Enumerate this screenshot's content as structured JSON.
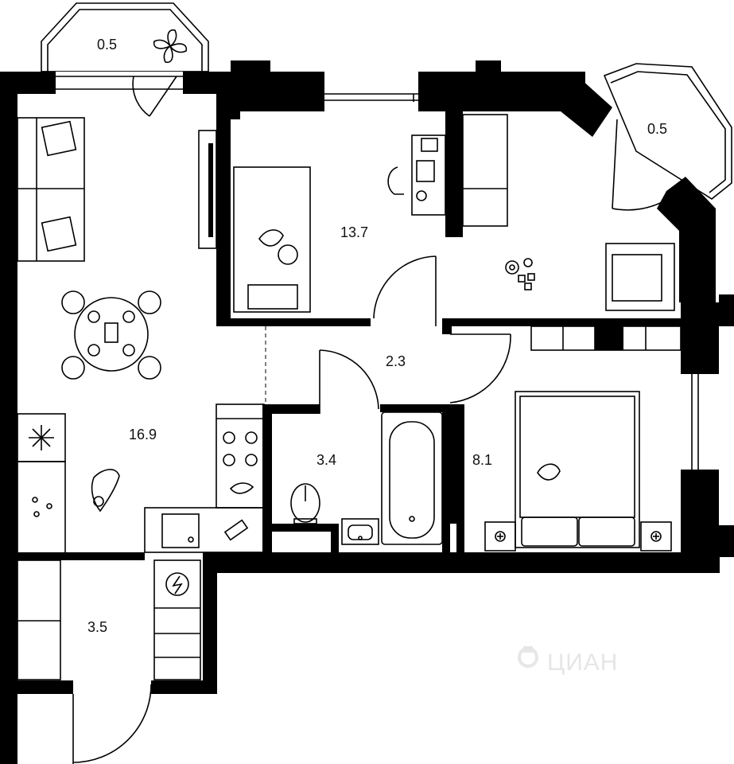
{
  "rooms": {
    "balcony_left": {
      "area": "0.5"
    },
    "balcony_right": {
      "area": "0.5"
    },
    "kitchen_living": {
      "area": "16.9"
    },
    "bedroom_child": {
      "area": "13.7"
    },
    "corridor": {
      "area": "2.3"
    },
    "bathroom": {
      "area": "3.4"
    },
    "bedroom": {
      "area": "8.1"
    },
    "hallway": {
      "area": "3.5"
    }
  },
  "watermark": {
    "text": "ЦИАН",
    "color": "#e6e6e6"
  },
  "colors": {
    "wall": "#000000",
    "background": "#ffffff",
    "line": "#000000"
  }
}
